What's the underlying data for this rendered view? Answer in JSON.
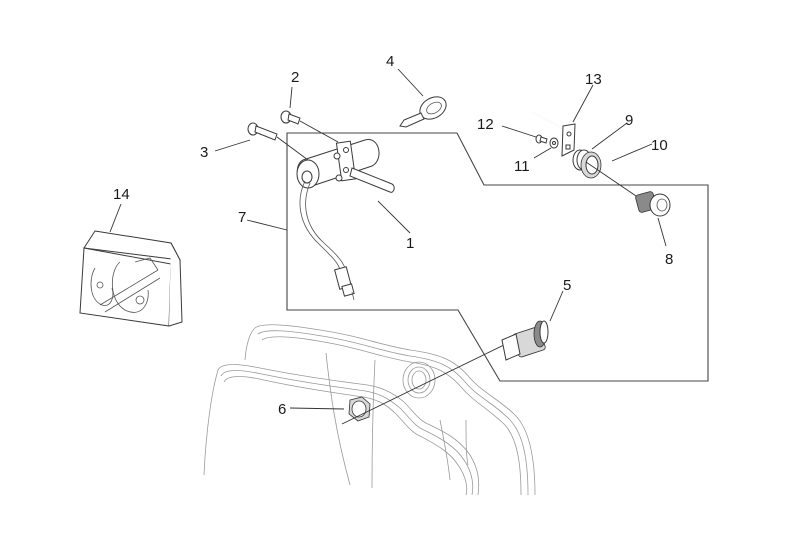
{
  "diagram": {
    "type": "exploded-parts-diagram",
    "subject": "Lock set assembly",
    "callouts": [
      {
        "id": "c1",
        "label": "1",
        "part": "ignition-switch"
      },
      {
        "id": "c2",
        "label": "2",
        "part": "screw"
      },
      {
        "id": "c3",
        "label": "3",
        "part": "screw"
      },
      {
        "id": "c4",
        "label": "4",
        "part": "key"
      },
      {
        "id": "c5",
        "label": "5",
        "part": "seat-lock-cylinder"
      },
      {
        "id": "c6",
        "label": "6",
        "part": "ring-nut"
      },
      {
        "id": "c7",
        "label": "7",
        "part": "lock-kit-group"
      },
      {
        "id": "c8",
        "label": "8",
        "part": "lock-cylinder"
      },
      {
        "id": "c9",
        "label": "9",
        "part": "spacer"
      },
      {
        "id": "c10",
        "label": "10",
        "part": "ring-nut"
      },
      {
        "id": "c11",
        "label": "11",
        "part": "washer"
      },
      {
        "id": "c12",
        "label": "12",
        "part": "screw"
      },
      {
        "id": "c13",
        "label": "13",
        "part": "lever"
      },
      {
        "id": "c14",
        "label": "14",
        "part": "hardware-kit-bag"
      }
    ]
  }
}
